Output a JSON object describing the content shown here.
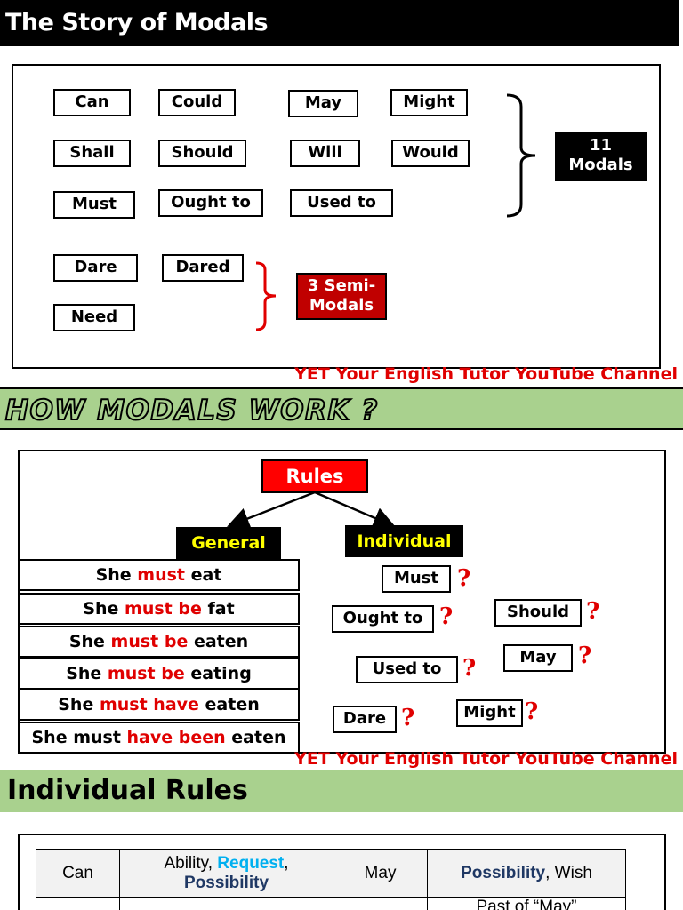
{
  "section1": {
    "title": "The Story of Modals",
    "modals": [
      "Can",
      "Could",
      "May",
      "Might",
      "Shall",
      "Should",
      "Will",
      "Would",
      "Must",
      "Ought to",
      "Used to"
    ],
    "modals_badge": "11 Modals",
    "semi_modals": [
      "Dare",
      "Dared",
      "Need"
    ],
    "semi_badge": "3 Semi- Modals",
    "credit": "YET Your English Tutor YouTube Channel"
  },
  "section2": {
    "title": "HOW MODALS WORK ?",
    "rules_label": "Rules",
    "general_label": "General",
    "individual_label": "Individual",
    "general_rows": [
      {
        "a": "She ",
        "b": "must",
        "c": " eat"
      },
      {
        "a": "She ",
        "b": "must be",
        "c": " fat"
      },
      {
        "a": "She ",
        "b": "must be",
        "c": " eaten"
      },
      {
        "a": "She ",
        "b": "must be",
        "c": " eating"
      },
      {
        "a": "She ",
        "b": "must have",
        "c": " eaten"
      },
      {
        "a": "She must ",
        "b": "have been",
        "c": " eaten"
      }
    ],
    "individual_words": [
      "Must",
      "Ought to",
      "Should",
      "May",
      "Used to",
      "Dare",
      "Might"
    ],
    "question_mark": "?",
    "credit": "YET Your English Tutor YouTube Channel"
  },
  "section3": {
    "title": "Individual Rules",
    "table": {
      "row1": {
        "modal1": "Can",
        "use1_a": "Ability, ",
        "use1_b": "Request",
        "use1_c": ",",
        "use1_d": "Possibility",
        "modal2": "May",
        "use2_a": "Possibility",
        "use2_b": ", Wish"
      },
      "row2": {
        "use2": "Past of “May”"
      }
    }
  }
}
